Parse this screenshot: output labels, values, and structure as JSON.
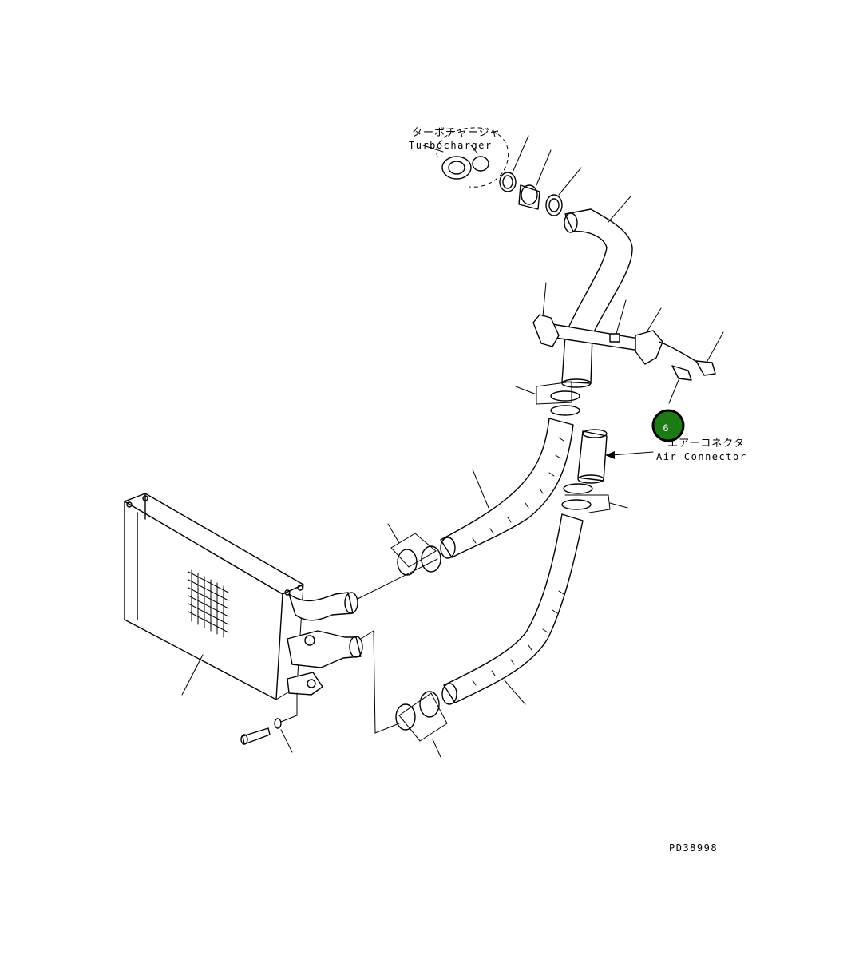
{
  "labels": {
    "turbocharger_jp": "ターボチャージャ",
    "turbocharger_en": "Turbocharger",
    "air_connector_jp": "エアーコネクタ",
    "air_connector_en": "Air Connector",
    "drawing_number": "PD38998"
  },
  "callout": {
    "number": "6",
    "color": "#1e7a14",
    "ring_color": "#000000"
  }
}
